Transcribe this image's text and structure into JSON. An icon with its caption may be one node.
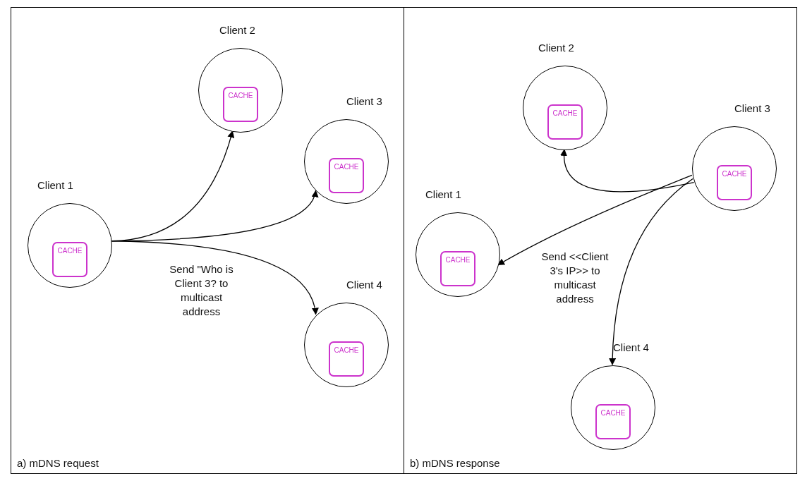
{
  "diagram": {
    "nodes": [
      {
        "text": [
          "a) mDNS request"
        ]
      },
      {
        "text": [],
        "shape": "circle",
        "beside": [
          "Client 1"
        ],
        "in": 0
      },
      {
        "text": [
          "CACHE"
        ],
        "in": 1
      },
      {
        "text": [],
        "shape": "circle",
        "beside": [
          "Client 2"
        ],
        "in": 0
      },
      {
        "text": [
          "CACHE"
        ],
        "in": 3
      },
      {
        "text": [],
        "shape": "circle",
        "beside": [
          "Client 3"
        ],
        "in": 0
      },
      {
        "text": [
          "CACHE"
        ],
        "in": 5
      },
      {
        "text": [],
        "shape": "circle",
        "beside": [
          "Client 4"
        ],
        "in": 0
      },
      {
        "text": [
          "CACHE"
        ],
        "in": 7
      },
      {
        "text": [
          "b) mDNS response"
        ]
      },
      {
        "text": [],
        "shape": "circle",
        "beside": [
          "Client 2"
        ],
        "in": 9
      },
      {
        "text": [
          "CACHE"
        ],
        "in": 10
      },
      {
        "text": [],
        "shape": "circle",
        "beside": [
          "Client 3"
        ],
        "in": 9
      },
      {
        "text": [
          "CACHE"
        ],
        "in": 12
      },
      {
        "text": [],
        "shape": "circle",
        "beside": [
          "Client 1"
        ],
        "in": 9
      },
      {
        "text": [
          "CACHE"
        ],
        "in": 14
      },
      {
        "text": [],
        "shape": "circle",
        "beside": [
          "Client 4"
        ],
        "in": 9
      },
      {
        "text": [
          "CACHE"
        ],
        "in": 16
      }
    ],
    "edges": [
      {
        "from": 1,
        "to": 3,
        "arrow": "to"
      },
      {
        "from": 1,
        "to": 5,
        "arrow": "to"
      },
      {
        "from": 1,
        "to": 7,
        "arrow": "to"
      },
      {
        "from": 12,
        "to": 10,
        "arrow": "to"
      },
      {
        "from": 12,
        "to": 14,
        "arrow": "to"
      },
      {
        "from": 12,
        "to": 16,
        "arrow": "to"
      }
    ],
    "labels": [
      "Send \"Who is Client 3? to multicast address",
      "Send <<Client 3's IP>> to multicast address"
    ]
  }
}
